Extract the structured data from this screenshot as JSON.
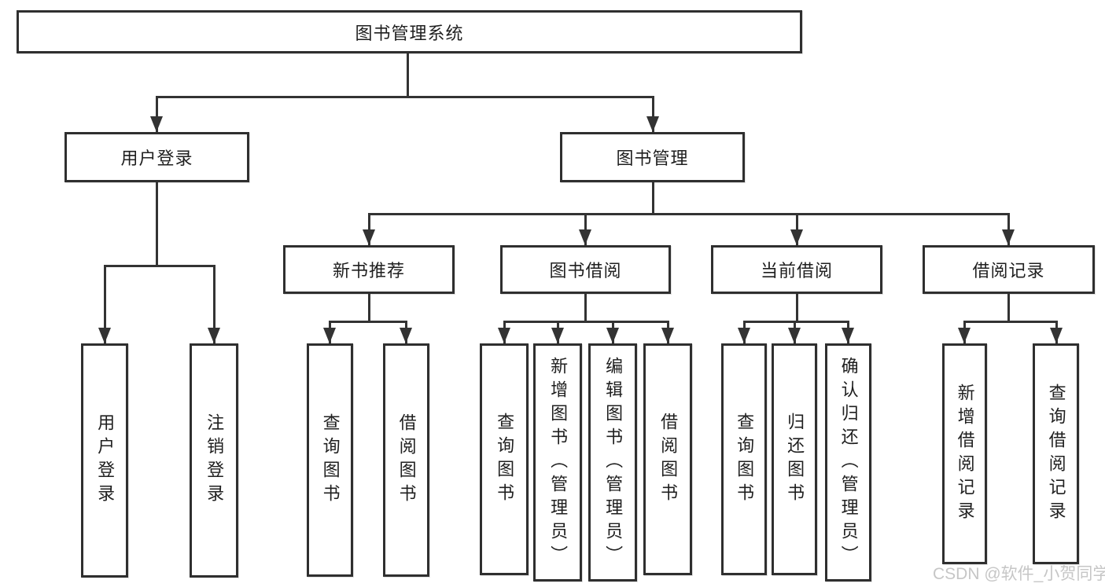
{
  "tree": {
    "root": {
      "label": "图书管理系统"
    },
    "level2": [
      {
        "label": "用户登录"
      },
      {
        "label": "图书管理"
      }
    ],
    "level3": [
      {
        "label": "新书推荐"
      },
      {
        "label": "图书借阅"
      },
      {
        "label": "当前借阅"
      },
      {
        "label": "借阅记录"
      }
    ],
    "leaves": {
      "user_login": [
        {
          "label": "用户登录"
        },
        {
          "label": "注销登录"
        }
      ],
      "new_book": [
        {
          "label": "查询图书"
        },
        {
          "label": "借阅图书"
        }
      ],
      "borrow": [
        {
          "label": "查询图书"
        },
        {
          "label": "新增图书（管理员）"
        },
        {
          "label": "编辑图书（管理员）"
        },
        {
          "label": "借阅图书"
        }
      ],
      "current": [
        {
          "label": "查询图书"
        },
        {
          "label": "归还图书"
        },
        {
          "label": "确认归还（管理员）"
        }
      ],
      "records": [
        {
          "label": "新增借阅记录"
        },
        {
          "label": "查询借阅记录"
        }
      ]
    }
  },
  "watermark": {
    "text": "CSDN @软件_小贺同学"
  },
  "colors": {
    "line": "#333333",
    "box_border": "#2f2f2f",
    "text": "#1f1f1f",
    "watermark": "#c6c6c6",
    "background": "#ffffff"
  }
}
